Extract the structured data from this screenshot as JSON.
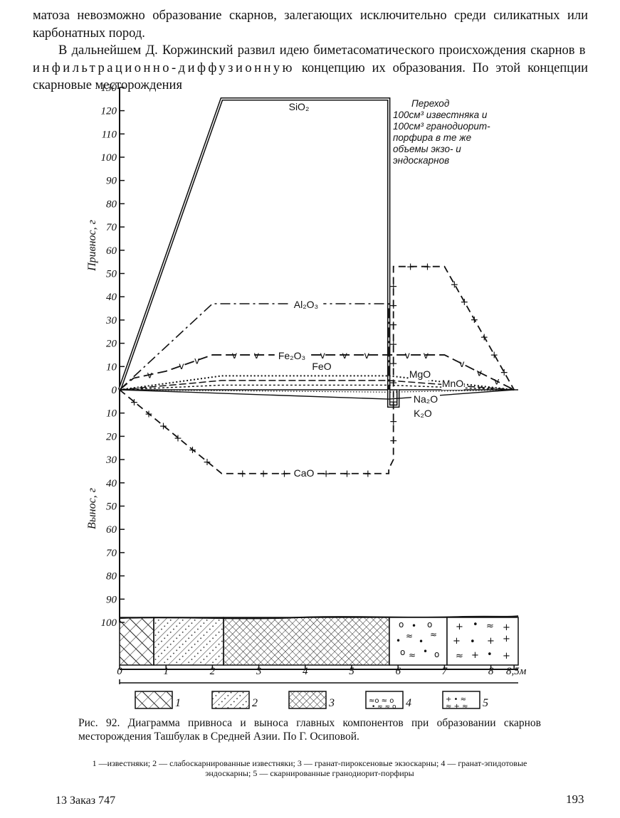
{
  "text": {
    "para1": "матоза невозможно образование скарнов, залегающих исключительно среди силикатных или карбонатных пород.",
    "para2_a": "В дальнейшем Д. Коржинский развил идею биметасоматического происхождения скарнов ",
    "para2_spaced": "в инфильтрационно-диффузионную",
    "para2_b": " концепцию их образования. По этой концепции скарновые месторождения"
  },
  "caption": {
    "main": "Рис. 92. Диаграмма привноса и выноса главных компонентов при образовании скарнов месторождения Ташбулак в Средней Азии. По Г. Осиповой.",
    "legend": "1 —известняки; 2 — слабоскарнированные известняки; 3 — гранат-пироксеновые экзоскарны; 4 — гранат-эпидотовые эндоскарны; 5 — скарнированные гранодиорит-порфиры"
  },
  "footer": {
    "left": "13 Заказ 747",
    "page_number": "193"
  },
  "chart_data": {
    "type": "line",
    "ylabel_top": "Привнос, г",
    "ylabel_bottom": "Вынос, г",
    "y_ticks": [
      "130",
      "120",
      "110",
      "100",
      "90",
      "80",
      "70",
      "60",
      "50",
      "40",
      "30",
      "20",
      "10",
      "0",
      "10",
      "20",
      "30",
      "40",
      "50",
      "60",
      "70",
      "80",
      "90",
      "100"
    ],
    "x_ticks": [
      "0",
      "1",
      "2",
      "3",
      "4",
      "5",
      "6",
      "7",
      "8",
      "8,5м"
    ],
    "xlim": [
      0,
      8.5
    ],
    "annotation": "Переход 100см³ известняка и 100см³ гранодиорит-порфира в те же объемы экзо- и эндоскарнов",
    "series": [
      {
        "name": "SiO₂",
        "x": [
          0,
          2.2,
          5.8,
          5.8,
          6.0,
          6.0
        ],
        "y": [
          0,
          125,
          125,
          -7,
          -7,
          0
        ]
      },
      {
        "name": "Al₂O₃",
        "x": [
          0,
          2.0,
          5.8,
          5.8
        ],
        "y": [
          0,
          37,
          37,
          0
        ]
      },
      {
        "name": "Fe₂O₃",
        "x": [
          0,
          0.3,
          1.0,
          2.0,
          5.8,
          7.0,
          8.5
        ],
        "y": [
          0,
          5,
          8,
          15,
          15,
          15,
          0
        ]
      },
      {
        "name": "FeO",
        "x": [
          0,
          2.2,
          5.8,
          8.5
        ],
        "y": [
          0,
          6,
          6,
          0
        ]
      },
      {
        "name": "MgO",
        "x": [
          0,
          2.2,
          5.8,
          8.5
        ],
        "y": [
          0,
          4,
          4,
          0
        ]
      },
      {
        "name": "MnO",
        "x": [
          0,
          2.2,
          5.8,
          8.5
        ],
        "y": [
          0,
          2,
          2,
          0
        ]
      },
      {
        "name": "Na₂O",
        "x": [
          0,
          5.8,
          8.5
        ],
        "y": [
          0,
          -1,
          0
        ]
      },
      {
        "name": "K₂O",
        "x": [
          0,
          5.8,
          8.5
        ],
        "y": [
          0,
          -4,
          0
        ]
      },
      {
        "name": "CaO",
        "x": [
          0,
          2.2,
          5.8,
          5.8,
          5.9,
          5.9,
          7.0,
          8.5
        ],
        "y": [
          0,
          -36,
          -36,
          -34,
          -30,
          53,
          53,
          0
        ]
      }
    ]
  },
  "legend_items": [
    {
      "number": "1",
      "pattern": "limestone"
    },
    {
      "number": "2",
      "pattern": "weak-skarn"
    },
    {
      "number": "3",
      "pattern": "exoskarn"
    },
    {
      "number": "4",
      "pattern": "endoskarn"
    },
    {
      "number": "5",
      "pattern": "granodiorite"
    }
  ]
}
